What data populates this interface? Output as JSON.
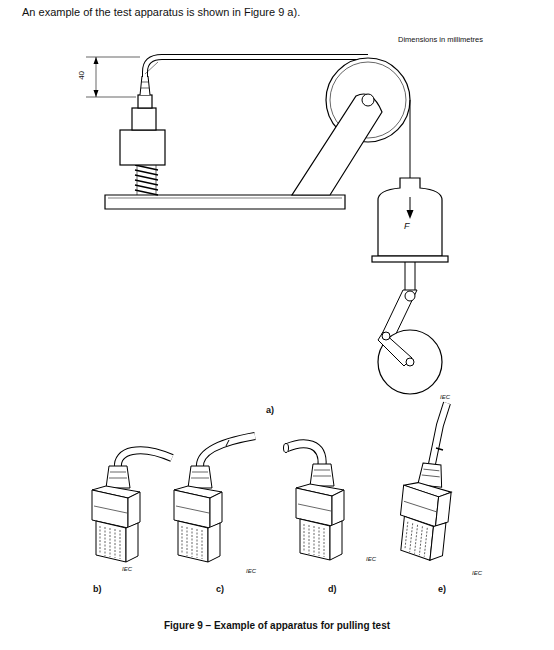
{
  "diagram": {
    "caption": "Figure 9 – Example of apparatus for pulling test",
    "labels": [
      "An example of the test apparatus is shown in Figure 9 a).",
      "Dimensions in millimetres",
      "40",
      "F",
      "IEC",
      "a)",
      "IEC",
      "b)",
      "IEC",
      "c)",
      "IEC",
      "d)",
      "IEC",
      "e)"
    ]
  }
}
